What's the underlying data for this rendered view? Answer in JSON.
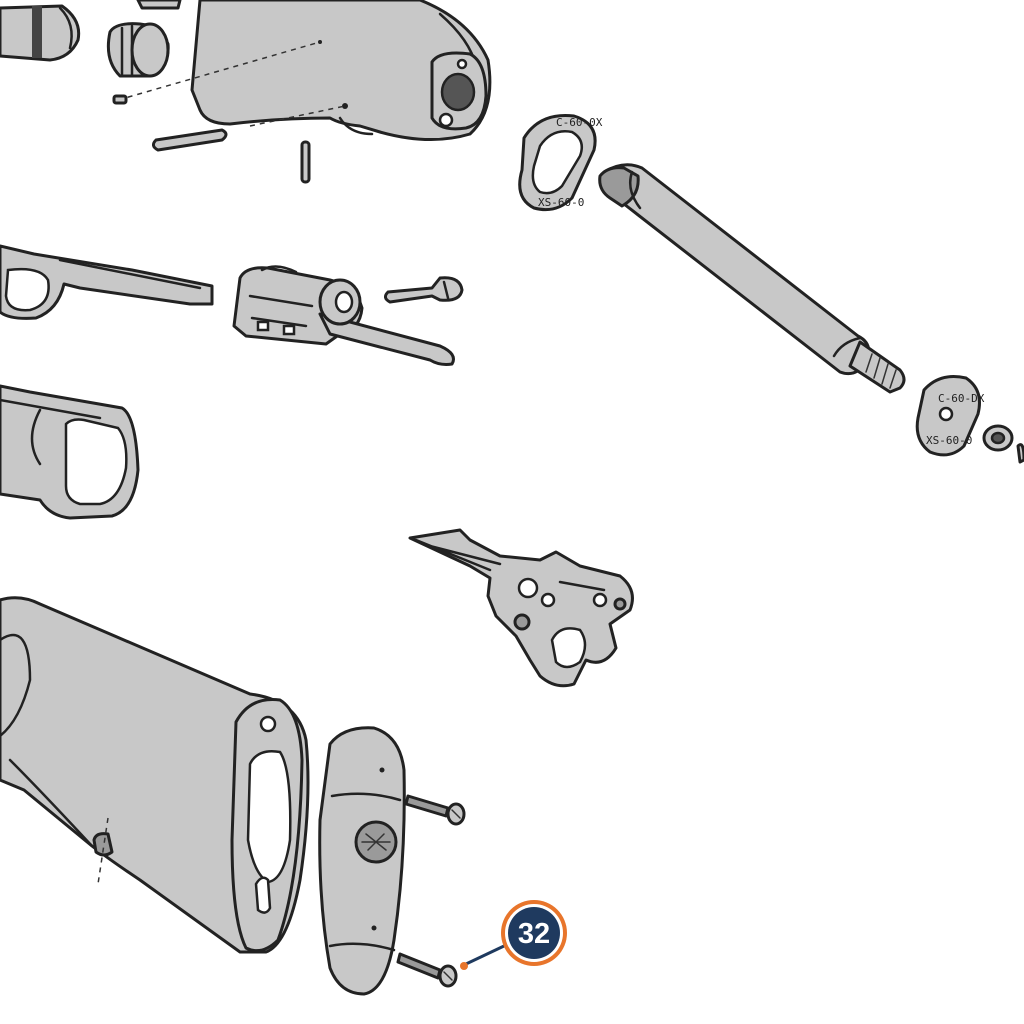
{
  "callouts": [
    {
      "number": "32",
      "fill_color": "#1f3a5f",
      "ring_color": "#e8752b"
    }
  ],
  "part_markings": {
    "gasket_top": "C-60-0X",
    "gasket_bottom": "XS-60-0",
    "plate_top": "C-60-DX",
    "plate_bottom": "XS-60-0"
  },
  "colors": {
    "part_fill": "#c8c8c8",
    "outline": "#222222",
    "accent_orange": "#e8752b",
    "callout_navy": "#1f3a5f"
  }
}
